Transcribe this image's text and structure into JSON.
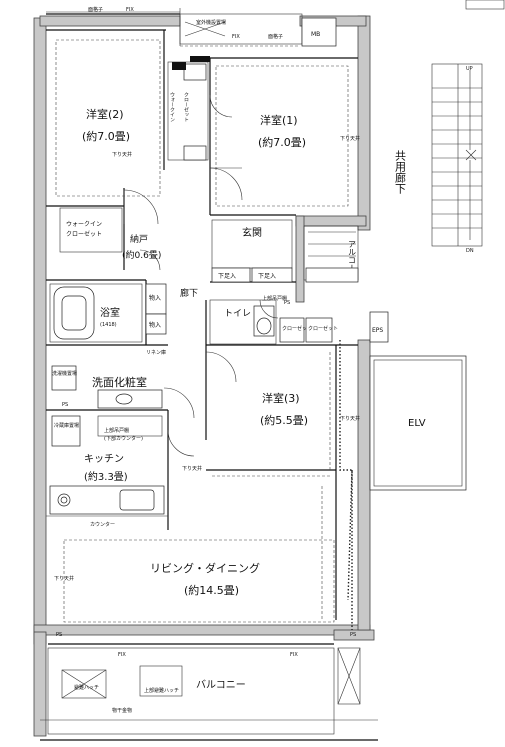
{
  "rooms": {
    "western_2": {
      "name": "洋室(2)",
      "area": "(約7.0畳)"
    },
    "western_1": {
      "name": "洋室(1)",
      "area": "(約7.0畳)"
    },
    "western_3": {
      "name": "洋室(3)",
      "area": "(約5.5畳)"
    },
    "closet": {
      "name": "納戸",
      "area": "(約0.6畳)"
    },
    "entrance": {
      "name": "玄関"
    },
    "bathroom": {
      "name": "浴室",
      "size": "(1418)"
    },
    "toilet": {
      "name": "トイレ"
    },
    "washroom": {
      "name": "洗面化粧室"
    },
    "kitchen": {
      "name": "キッチン",
      "area": "(約3.3畳)"
    },
    "living": {
      "name": "リビング・ダイニング",
      "area": "(約14.5畳)"
    },
    "balcony": {
      "name": "バルコニー"
    },
    "alcove": {
      "name": "アルコーブ"
    },
    "corridor": {
      "name": "廊下"
    },
    "common_corridor": {
      "name": "共用廊下"
    },
    "elevator": {
      "name": "ELV"
    }
  },
  "labels": {
    "mb": "MB",
    "eps": "EPS",
    "ps": "PS",
    "up": "UP",
    "dn": "DN",
    "fix": "FIX",
    "window_grille": "面格子",
    "outdoor_unit": "室外機設置場",
    "walk_in_top": "ウォークイン",
    "walk_in_bottom": "クローゼット",
    "walk_in_vertical": "ウォークインクローゼット",
    "storage": "物入",
    "shoe_box": "下足入",
    "linen": "リネン庫",
    "closet_short": "クローゼット",
    "ceiling_drop": "下り天井",
    "counter": "カウンター",
    "upper_cabinet": "上部吊戸棚",
    "upper_cabinet_counter": "(下部カウンター)",
    "upper_cabinet_top": "上部吊戸棚",
    "washer": "洗濯機置場",
    "fridge": "冷蔵庫置場",
    "hatch": "避難ハッチ",
    "upper_hatch": "上部避難ハッチ",
    "drying_rack": "物干金物"
  }
}
